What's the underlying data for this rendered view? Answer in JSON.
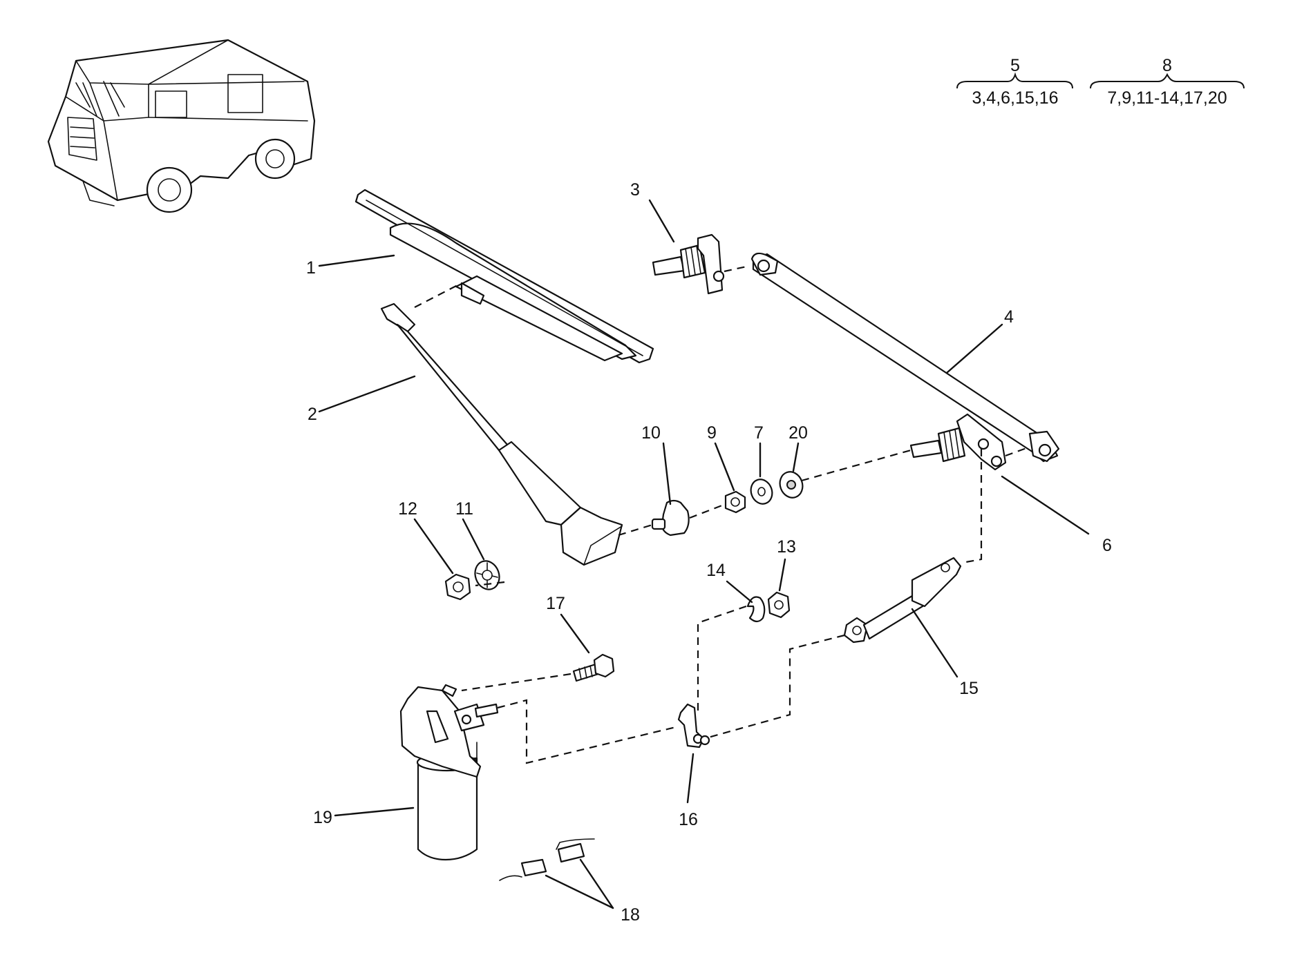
{
  "callouts": {
    "c1": "1",
    "c2": "2",
    "c3": "3",
    "c4": "4",
    "c6": "6",
    "c7": "7",
    "c9": "9",
    "c10": "10",
    "c11": "11",
    "c12": "12",
    "c13": "13",
    "c14": "14",
    "c15": "15",
    "c16": "16",
    "c17": "17",
    "c18": "18",
    "c19": "19",
    "c20": "20"
  },
  "groups": {
    "group5": {
      "label": "5",
      "members": "3,4,6,15,16"
    },
    "group8": {
      "label": "8",
      "members": "7,9,11-14,17,20"
    }
  },
  "icons": {
    "vehicle": "vehicle-thumbnail-icon",
    "blade": "wiper-blade-icon",
    "arm": "wiper-arm-icon",
    "motor": "wiper-motor-icon"
  }
}
